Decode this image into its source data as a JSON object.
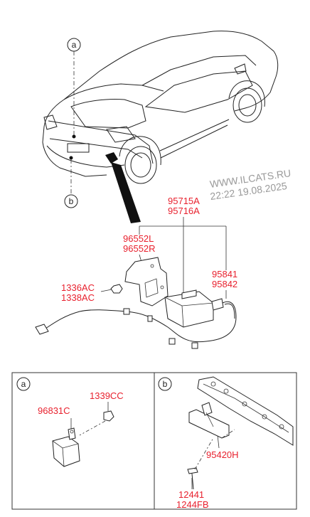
{
  "watermark": {
    "line1": "WWW.ILCATS.RU",
    "line2": "22:22 19.08.2025"
  },
  "callouts": {
    "a": "a",
    "b": "b"
  },
  "main_labels": {
    "p95715A": "95715A",
    "p95716A": "95716A",
    "p96552L": "96552L",
    "p96552R": "96552R",
    "p1336AC": "1336AC",
    "p1338AC": "1338AC",
    "p95841": "95841",
    "p95842": "95842"
  },
  "detail_a": {
    "tag": "a",
    "p1339CC": "1339CC",
    "p96831C": "96831C"
  },
  "detail_b": {
    "tag": "b",
    "p95420H": "95420H",
    "p12441": "12441",
    "p1244FB": "1244FB"
  },
  "colors": {
    "label": "#e8212e",
    "line": "#222222",
    "watermark": "#9a9a9a"
  }
}
